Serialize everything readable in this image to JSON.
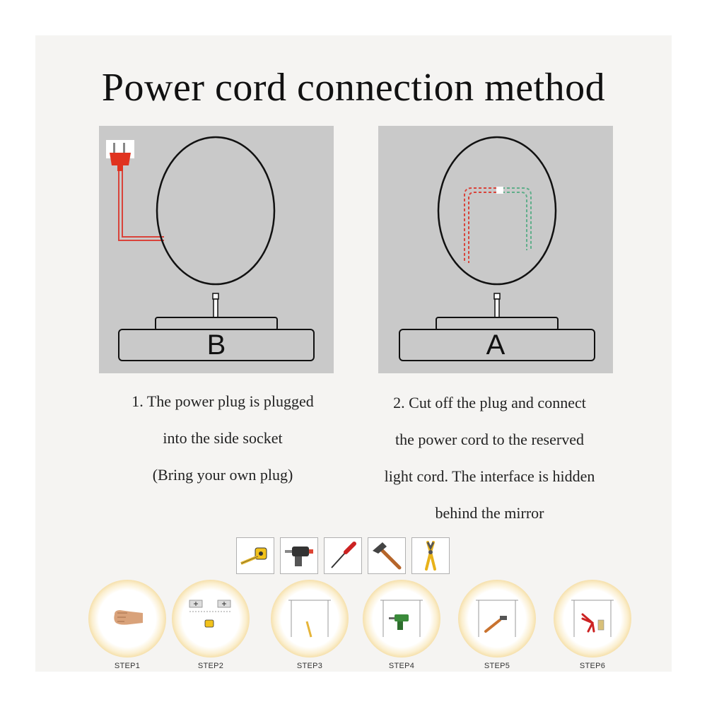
{
  "title": "Power cord connection method",
  "panels": {
    "b": {
      "letter": "B"
    },
    "a": {
      "letter": "A"
    }
  },
  "captions": {
    "b": [
      "1. The power plug is plugged",
      "into the side socket",
      "(Bring your own plug)"
    ],
    "a": [
      "2. Cut off the plug and connect",
      "the power cord to the reserved",
      "light cord. The interface is hidden",
      "behind the mirror"
    ]
  },
  "tools": [
    "tape-measure-icon",
    "drill-icon",
    "screwdriver-icon",
    "hammer-icon",
    "pliers-icon"
  ],
  "steps": [
    "STEP1",
    "STEP2",
    "STEP3",
    "STEP4",
    "STEP5",
    "STEP6"
  ],
  "colors": {
    "panel_bg": "#c9c9c9",
    "wire_red": "#d9433a",
    "wire_green": "#5fae8a",
    "plug_red": "#e0331f",
    "step_glow": "#f3d99a"
  }
}
